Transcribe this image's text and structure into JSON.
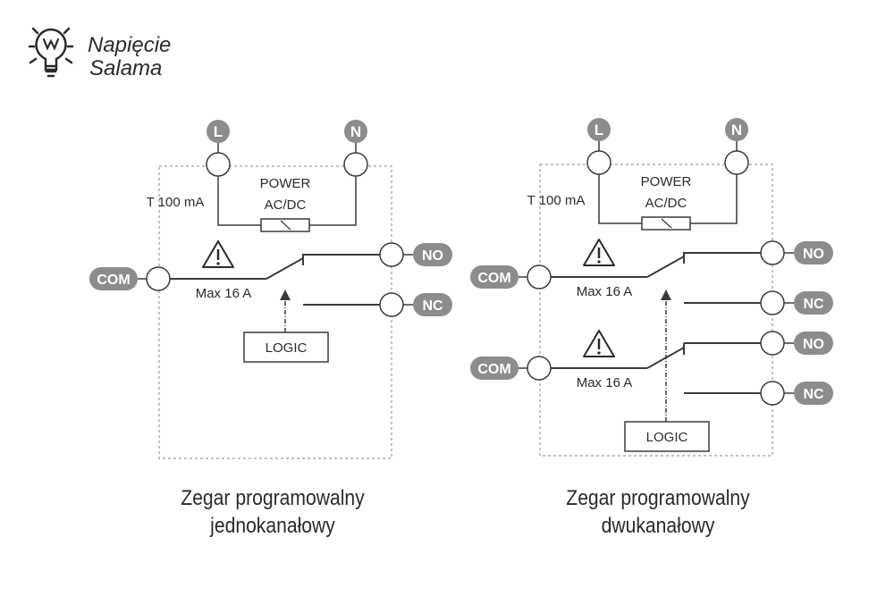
{
  "brand": {
    "line1": "Napięcie",
    "line2": "Salama",
    "logo_icon": "lightbulb-icon"
  },
  "labels": {
    "phase": "L",
    "neutral": "N",
    "fuse": "T 100 mA",
    "power_line1": "POWER",
    "power_line2": "AC/DC",
    "com": "COM",
    "no": "NO",
    "nc": "NC",
    "max_current": "Max 16 A",
    "logic": "LOGIC",
    "warning_icon": "warning-triangle-icon"
  },
  "diagrams": [
    {
      "caption_line1": "Zegar programowalny",
      "caption_line2": "jednokanałowy"
    },
    {
      "caption_line1": "Zegar programowalny",
      "caption_line2": "dwukanałowy"
    }
  ],
  "colors": {
    "line": "#3a3a3a",
    "badge_fill": "#8c8c8c",
    "badge_text": "#ffffff",
    "box_dash": "#9a9a9a"
  }
}
